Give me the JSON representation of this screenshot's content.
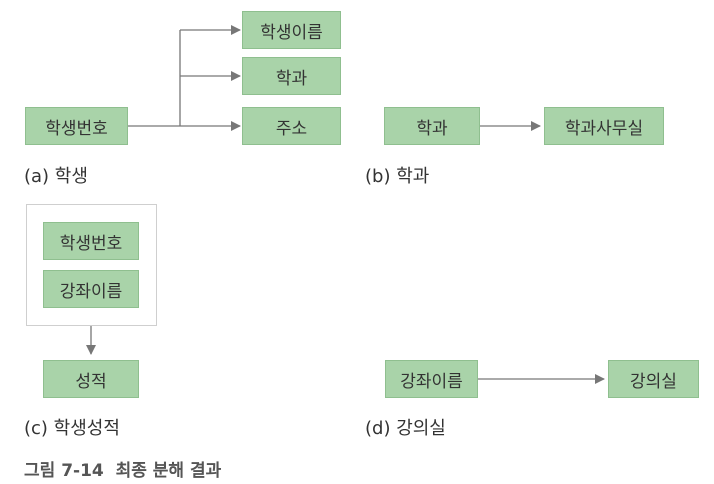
{
  "panel_a": {
    "source": "학생번호",
    "targets": [
      "학생이름",
      "학과",
      "주소"
    ],
    "caption": "(a) 학생"
  },
  "panel_b": {
    "source": "학과",
    "target": "학과사무실",
    "caption": "(b) 학과"
  },
  "panel_c": {
    "group": [
      "학생번호",
      "강좌이름"
    ],
    "target": "성적",
    "caption": "(c) 학생성적"
  },
  "panel_d": {
    "source": "강좌이름",
    "target": "강의실",
    "caption": "(d) 강의실"
  },
  "figure_title": "그림 7-14  최종 분해 결과",
  "colors": {
    "box_fill": "#a9d3a9",
    "box_border": "#8fbf8f",
    "line": "#777777"
  }
}
